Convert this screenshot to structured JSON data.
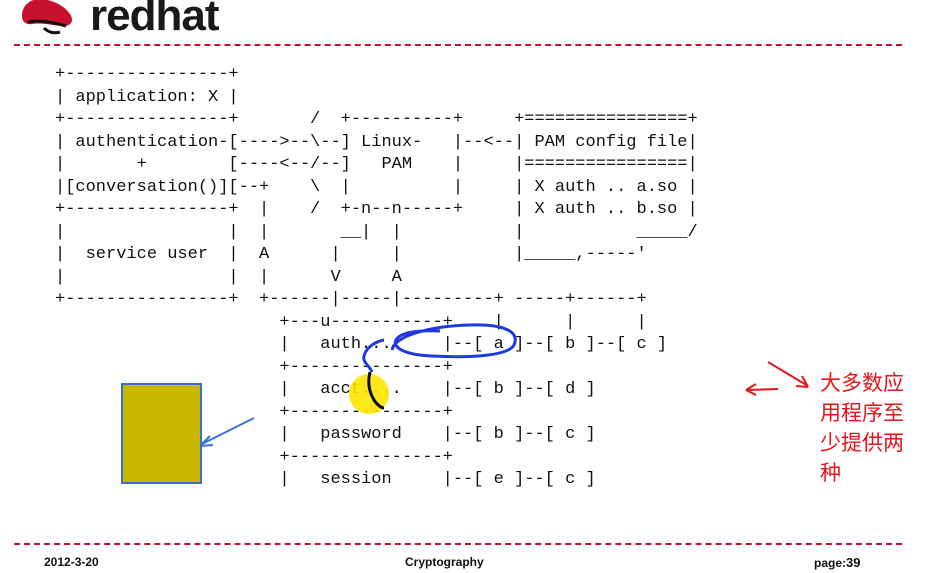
{
  "header": {
    "logo_text": "redhat"
  },
  "diagram": {
    "lines": [
      "+----------------+",
      "| application: X |",
      "+----------------+       /  +----------+     +================+",
      "| authentication-[---->--\\--] Linux-   |--<--| PAM config file|",
      "|       +        [----<--/--]   PAM    |     |================|",
      "|[conversation()][--+    \\  |          |     | X auth .. a.so |",
      "+----------------+  |    /  +-n--n-----+     | X auth .. b.so |",
      "|                |  |       __|  |           |           _____/",
      "|  service user  |  A      |     |           |_____,-----'",
      "|                |  |      V     A",
      "+----------------+  +------|-----|---------+ -----+------+",
      "                      +---u-----------+    |      |      |",
      "                      |   auth....    |--[ a ]--[ b ]--[ c ]",
      "                      +---------------+",
      "                      |   acct....    |--[ b ]--[ d ]",
      "                      +---------------+",
      "                      |   password    |--[ b ]--[ c ]",
      "                      +---------------+",
      "                      |   session     |--[ e ]--[ c ]"
    ]
  },
  "annotation": {
    "note_lines": [
      "大多数应",
      "用程序至",
      "少提供两",
      "种"
    ]
  },
  "footer": {
    "date": "2012-3-20",
    "title": "Cryptography",
    "page_label": "page:",
    "page_number": "39"
  },
  "colors": {
    "brand_red": "#c8102e",
    "note_red": "#e8141b",
    "pen_blue": "#1e3adf",
    "box_fill": "#c9b800",
    "box_border": "#3a6fd8",
    "cursor_yellow": "#ffe600"
  }
}
